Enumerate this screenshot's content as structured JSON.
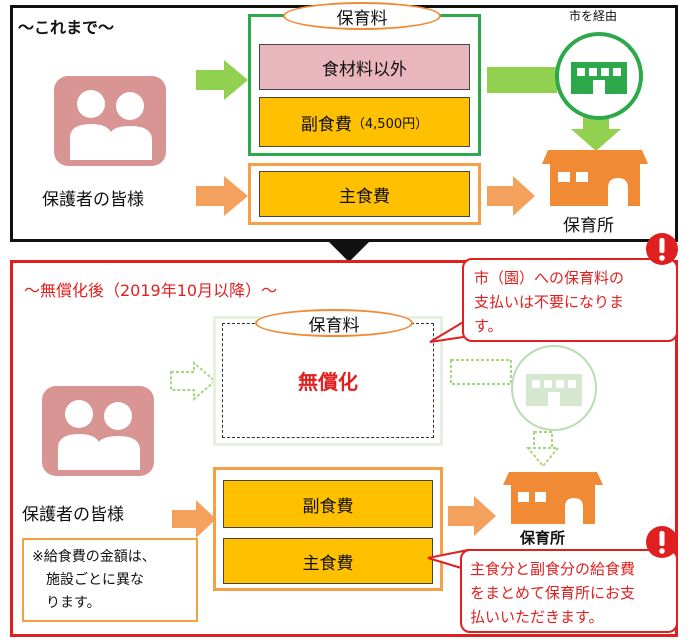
{
  "before": {
    "heading": "〜これまで〜",
    "guardians": "保護者の皆様",
    "fee_label": "保育料",
    "non_food": "食材料以外",
    "side_dish": "副食費",
    "side_dish_amount": "（4,500円）",
    "staple": "主食費",
    "via_city": "市を経由",
    "nursery": "保育所"
  },
  "after": {
    "heading": "〜無償化後（2019年10月以降）〜",
    "guardians": "保護者の皆様",
    "fee_label": "保育料",
    "free": "無償化",
    "side_dish": "副食費",
    "staple": "主食費",
    "nursery": "保育所",
    "note1": [
      "市（園）への保育料の",
      "支払いは不要になりま",
      "す。"
    ],
    "note2": [
      "主食分と副食分の給食費",
      "をまとめて保育所にお支",
      "払いいただきます。"
    ],
    "footnote": [
      "※給食費の金額は、",
      "施設ごとに異な",
      "ります。"
    ]
  },
  "colors": {
    "red": "#e02020",
    "green": "#2da84a",
    "orange": "#f08a35",
    "gold": "#ffc000",
    "pink": "#e8b6bc",
    "person": "#d99594"
  }
}
